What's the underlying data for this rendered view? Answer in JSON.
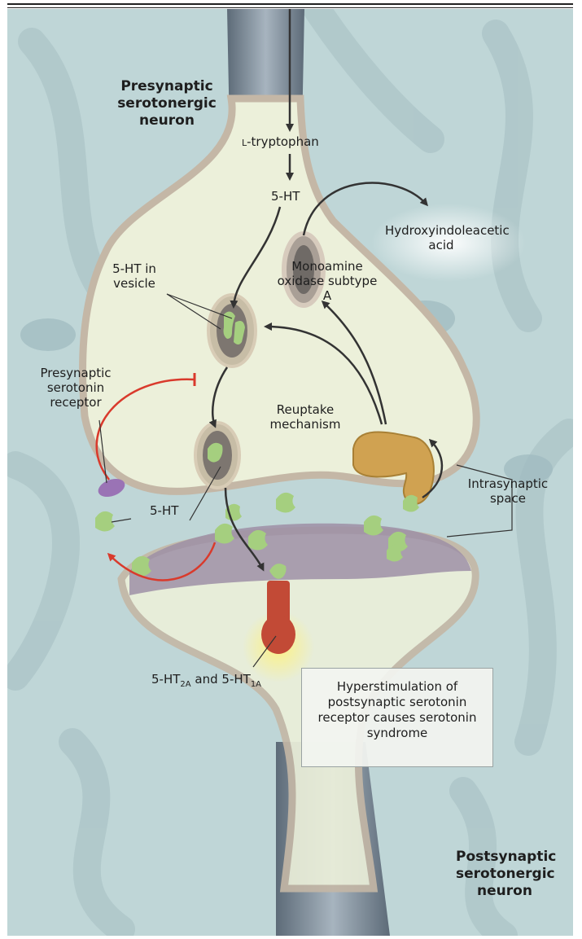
{
  "labels": {
    "presynaptic_neuron": "Presynaptic serotonergic neuron",
    "postsynaptic_neuron": "Postsynaptic serotonergic neuron",
    "l_prefix": "l",
    "l_tryptophan": "-tryptophan",
    "five_ht_top": "5-HT",
    "hydroxyindoleacetic": "Hydroxyindoleacetic acid",
    "mao": "Monoamine oxidase subtype A",
    "five_ht_vesicle": "5-HT in vesicle",
    "presynaptic_receptor": "Presynaptic serotonin receptor",
    "reuptake": "Reuptake mechanism",
    "intrasynaptic": "Intrasynaptic space",
    "five_ht_mid": "5-HT",
    "receptor_a": "5-HT",
    "receptor_a_sub": "2A",
    "receptor_and": "and",
    "receptor_b": "5-HT",
    "receptor_b_sub": "1A",
    "hyperstim": "Hyperstimulation of postsynaptic serotonin receptor causes serotonin syndrome"
  },
  "colors": {
    "background": "#bfd6d7",
    "neuron_fill": "#ecf0da",
    "membrane": "#c4b7a6",
    "cleft_membrane": "#9e8fa6",
    "serotonin": "#a5cf7f",
    "receptor_red": "#c24a36",
    "transporter": "#d0a251",
    "presyn_receptor": "#9a73b5",
    "inhibit_arrow": "#d93a2c",
    "arrow": "#333333"
  }
}
